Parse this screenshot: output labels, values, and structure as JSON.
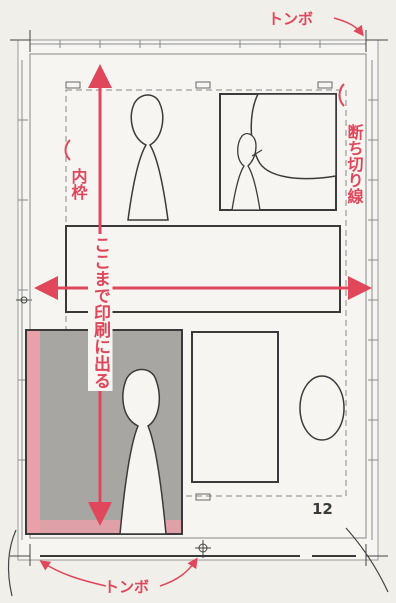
{
  "labels": {
    "tombo_top": "トンボ",
    "tombo_bottom": "トンボ",
    "danchi_kirisen": "断ち切り線",
    "uchiwaku": "内枠",
    "print_extent": "ここまで印刷に出る",
    "page_number": "12"
  },
  "colors": {
    "paper": "#f1efea",
    "frame_line": "#3a3a3a",
    "annotation_red": "#e0475b",
    "bleed_pink": "#e9a0a8",
    "panel_gray": "#a7a6a2",
    "guide_line": "#777777"
  },
  "icons": [
    "tombo-crop-mark-icon",
    "figure-silhouette-icon",
    "speech-bubble-icon",
    "oval-icon",
    "arrow-icon"
  ]
}
